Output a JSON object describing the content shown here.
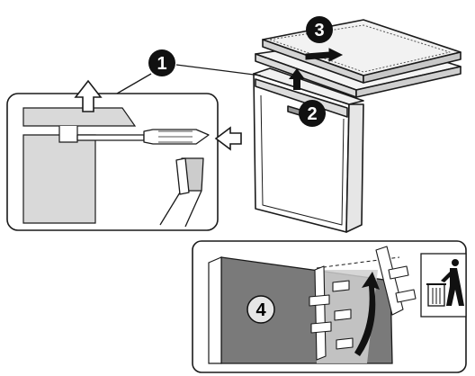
{
  "steps": {
    "s1": "1",
    "s2": "2",
    "s3": "3",
    "s4": "4"
  },
  "icons": {
    "remove_arrow": "up-arrow-icon",
    "push_arrow": "left-arrow-icon",
    "lift_arrow": "up-arrow-icon",
    "slide_arrow": "right-arrow-icon",
    "swing_arrow": "curved-arrow-icon",
    "disposal": "trash-bin-icon"
  },
  "colors": {
    "line": "#1a1a1a",
    "panel_fill": "#d9d9d9",
    "dark_panel": "#7a7a7a",
    "badge": "#111111",
    "light_badge": "#e6e6e6"
  }
}
